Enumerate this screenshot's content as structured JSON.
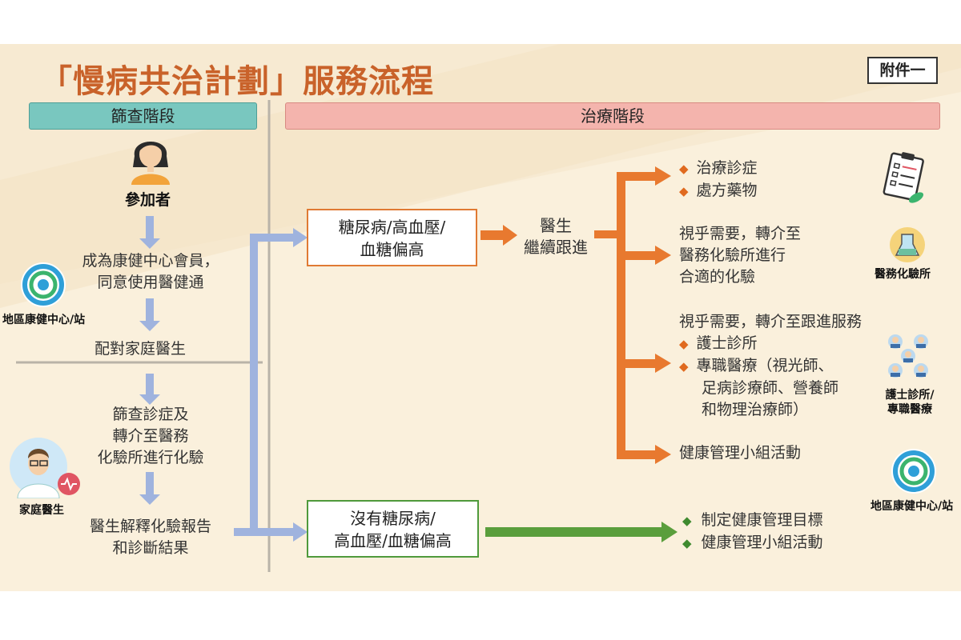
{
  "title": "「慢病共治計劃」服務流程",
  "annex": "附件一",
  "phases": {
    "screening": "篩查階段",
    "treatment": "治療階段"
  },
  "screening": {
    "participant_label": "參加者",
    "step1": [
      "成為康健中心會員，",
      "同意使用醫健通"
    ],
    "dhc_label": "地區康健中心/站",
    "step2": "配對家庭醫生",
    "step3": [
      "篩查診症及",
      "轉介至醫務",
      "化驗所進行化驗"
    ],
    "family_doctor_label": "家庭醫生",
    "step4": [
      "醫生解釋化驗報告",
      "和診斷結果"
    ]
  },
  "treatment": {
    "diagnosed_box": [
      "糖尿病/高血壓/",
      "血糖偏高"
    ],
    "doctor_followup": [
      "醫生",
      "繼續跟進"
    ],
    "branch1": [
      "治療診症",
      "處方藥物"
    ],
    "branch2": [
      "視乎需要，轉介至",
      "醫務化驗所進行",
      "合適的化驗"
    ],
    "lab_label": "醫務化驗所",
    "branch3_head": "視乎需要，轉介至跟進服務",
    "branch3_items": [
      "護士診所",
      "專職醫療（視光師、"
    ],
    "branch3_cont": [
      "足病診療師、營養師",
      "和物理治療師）"
    ],
    "nurse_label": [
      "護士診所/",
      "專職醫療"
    ],
    "branch4": "健康管理小組活動",
    "dhc_label": "地區康健中心/站",
    "no_diag_box": [
      "沒有糖尿病/",
      "高血壓/血糖偏高"
    ],
    "no_diag_items": [
      "制定健康管理目標",
      "健康管理小組活動"
    ]
  },
  "bullet": "◆",
  "colors": {
    "orange": "#e8792f",
    "green": "#5a9e3c",
    "blue": "#9fb3de",
    "title": "#c9622a"
  }
}
